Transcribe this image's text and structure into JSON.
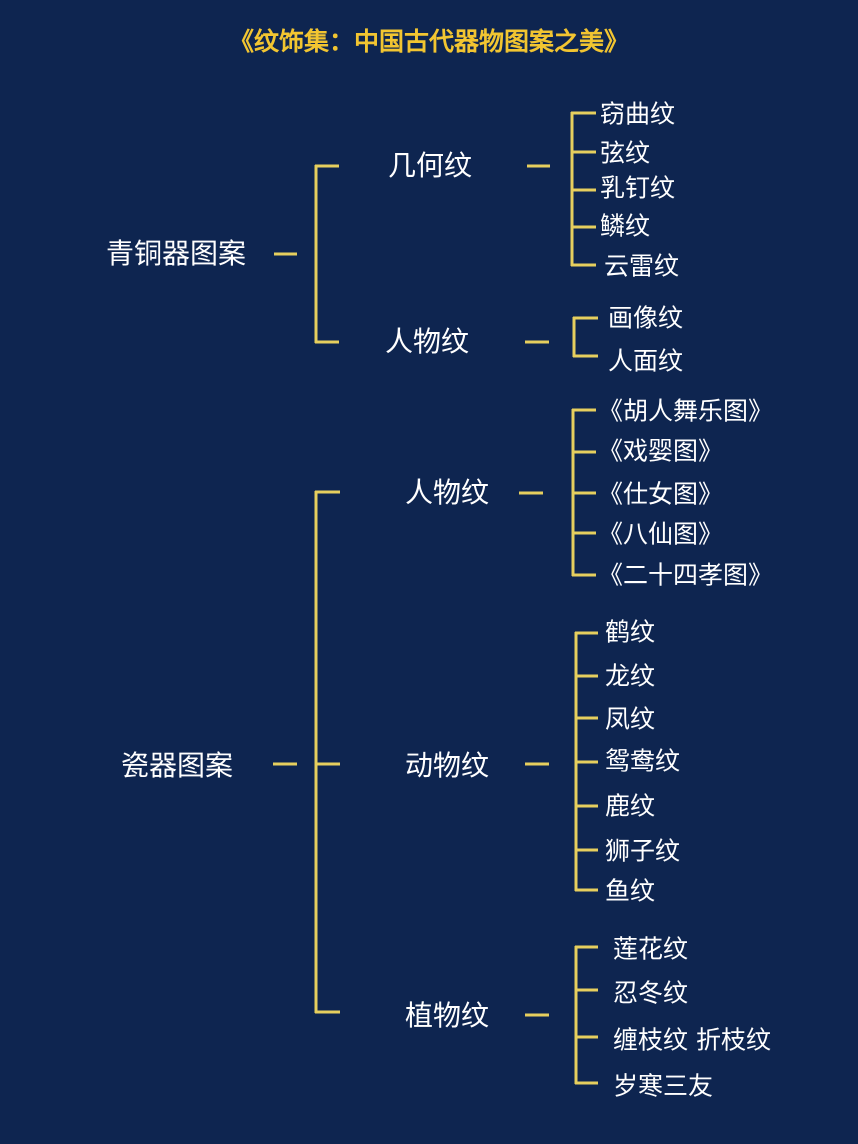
{
  "title": "《纹饰集：中国古代器物图案之美》",
  "colors": {
    "background": "#0e2550",
    "title": "#f2c531",
    "lines": "#e6cf5e",
    "text": "#ffffff"
  },
  "tree": [
    {
      "label": "青铜器图案",
      "children": [
        {
          "label": "几何纹",
          "children": [
            "窃曲纹",
            "弦纹",
            "乳钉纹",
            "鳞纹",
            "云雷纹"
          ]
        },
        {
          "label": "人物纹",
          "children": [
            "画像纹",
            "人面纹"
          ]
        }
      ]
    },
    {
      "label": "瓷器图案",
      "children": [
        {
          "label": "人物纹",
          "children": [
            "《胡人舞乐图》",
            "《戏婴图》",
            "《仕女图》",
            "《八仙图》",
            "《二十四孝图》"
          ]
        },
        {
          "label": "动物纹",
          "children": [
            "鹤纹",
            "龙纹",
            "凤纹",
            "鸳鸯纹",
            "鹿纹",
            "狮子纹",
            "鱼纹"
          ]
        },
        {
          "label": "植物纹",
          "children": [
            "莲花纹",
            "忍冬纹",
            "缠枝纹 折枝纹",
            "岁寒三友"
          ]
        }
      ]
    }
  ]
}
